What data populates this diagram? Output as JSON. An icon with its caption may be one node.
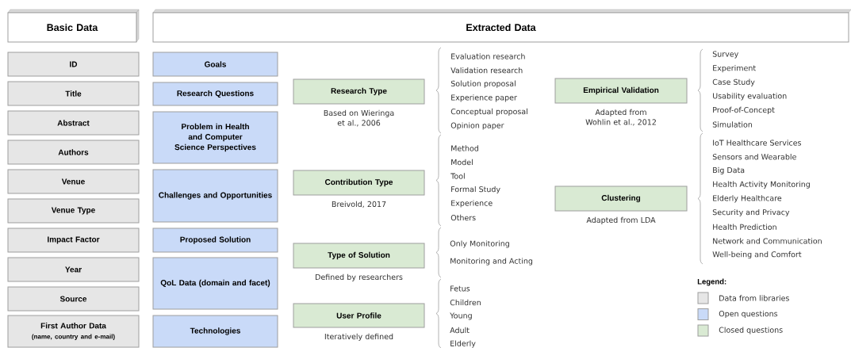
{
  "diagram": {
    "nodes": [
      {
        "text": [
          "Basic Data"
        ]
      },
      {
        "text": [
          "Extracted Data"
        ]
      },
      {
        "text": [
          "ID"
        ]
      },
      {
        "text": [
          "Title"
        ]
      },
      {
        "text": [
          "Abstract"
        ]
      },
      {
        "text": [
          "Authors"
        ]
      },
      {
        "text": [
          "Venue"
        ]
      },
      {
        "text": [
          "Venue Type"
        ]
      },
      {
        "text": [
          "Impact Factor"
        ]
      },
      {
        "text": [
          "Year"
        ]
      },
      {
        "text": [
          "Source"
        ]
      },
      {
        "text": [
          "First Author Data",
          "(name, country and e-mail)"
        ]
      },
      {
        "text": [
          "Goals"
        ]
      },
      {
        "text": [
          "Research Questions"
        ]
      },
      {
        "text": [
          "Problem in Health and Computer Science Perspectives"
        ]
      },
      {
        "text": [
          "Challenges and Opportunities"
        ]
      },
      {
        "text": [
          "Proposed Solution"
        ]
      },
      {
        "text": [
          "QoL Data (domain and facet)"
        ]
      },
      {
        "text": [
          "Technologies"
        ]
      },
      {
        "text": [
          "Research Type"
        ],
        "beside": [
          "Based on Wieringa et al., 2006"
        ]
      },
      {
        "text": [
          "Contribution Type"
        ],
        "beside": [
          "Breivold, 2017"
        ]
      },
      {
        "text": [
          "Type of Solution"
        ],
        "beside": [
          "Defined by researchers"
        ]
      },
      {
        "text": [
          "User Profile"
        ],
        "beside": [
          "Iteratively defined"
        ]
      },
      {
        "text": [
          "Empirical Validation"
        ],
        "beside": [
          "Adapted from Wohlin et al., 2012"
        ]
      },
      {
        "text": [
          "Clustering"
        ],
        "beside": [
          "Adapted from LDA"
        ]
      }
    ],
    "labels": [
      "Evaluation research",
      "Validation research",
      "Solution proposal",
      "Experience paper",
      "Conceptual proposal",
      "Opinion paper",
      "Method",
      "Model",
      "Tool",
      "Formal Study",
      "Experience",
      "Others",
      "Only Monitoring",
      "Monitoring and Acting",
      "Fetus",
      "Children",
      "Young",
      "Adult",
      "Elderly",
      "Survey",
      "Experiment",
      "Case Study",
      "Usability evaluation",
      "Proof-of-Concept",
      "Simulation",
      "IoT Healthcare Services",
      "Sensors and Wearable",
      "Big Data",
      "Health Activity Monitoring",
      "Elderly Healthcare",
      "Security and Privacy",
      "Health Prediction",
      "Network and Communication",
      "Well-being and Comfort",
      "Legend:"
    ],
    "legend": [
      {
        "text": "Data from libraries",
        "color": "#e6e6e6"
      },
      {
        "text": "Open questions",
        "color": "#c9daf8"
      },
      {
        "text": "Closed questions",
        "color": "#d9ead3"
      }
    ]
  }
}
